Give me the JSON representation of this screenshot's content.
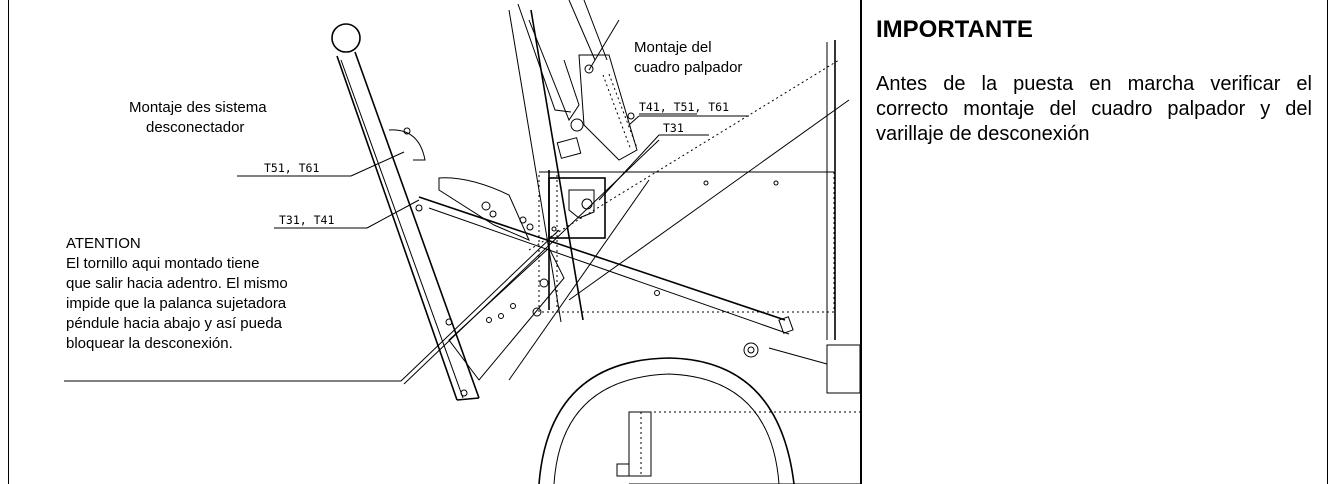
{
  "sidebar": {
    "heading": "IMPORTANTE",
    "body": "Antes de la puesta en marcha verificar  el correcto montaje del cuadro palpador y del varillaje de desconexión"
  },
  "drawing": {
    "label_sistema_1": "Montaje des sistema",
    "label_sistema_2": "desconectador",
    "label_cuadro_1": "Montaje del",
    "label_cuadro_2": "cuadro palpador",
    "tag_t41_t51_t61": "T41, T51, T61",
    "tag_t31": "T31",
    "tag_t51_t61": "T51, T61",
    "tag_t31_t41": "T31, T41",
    "atencion_title": "ATENTION",
    "atencion_lines": [
      "El tornillo aqui montado tiene",
      "que salir hacia adentro. El mismo",
      "impide que la palanca sujetadora",
      "péndule hacia abajo y así pueda",
      "bloquear la desconexión."
    ]
  }
}
